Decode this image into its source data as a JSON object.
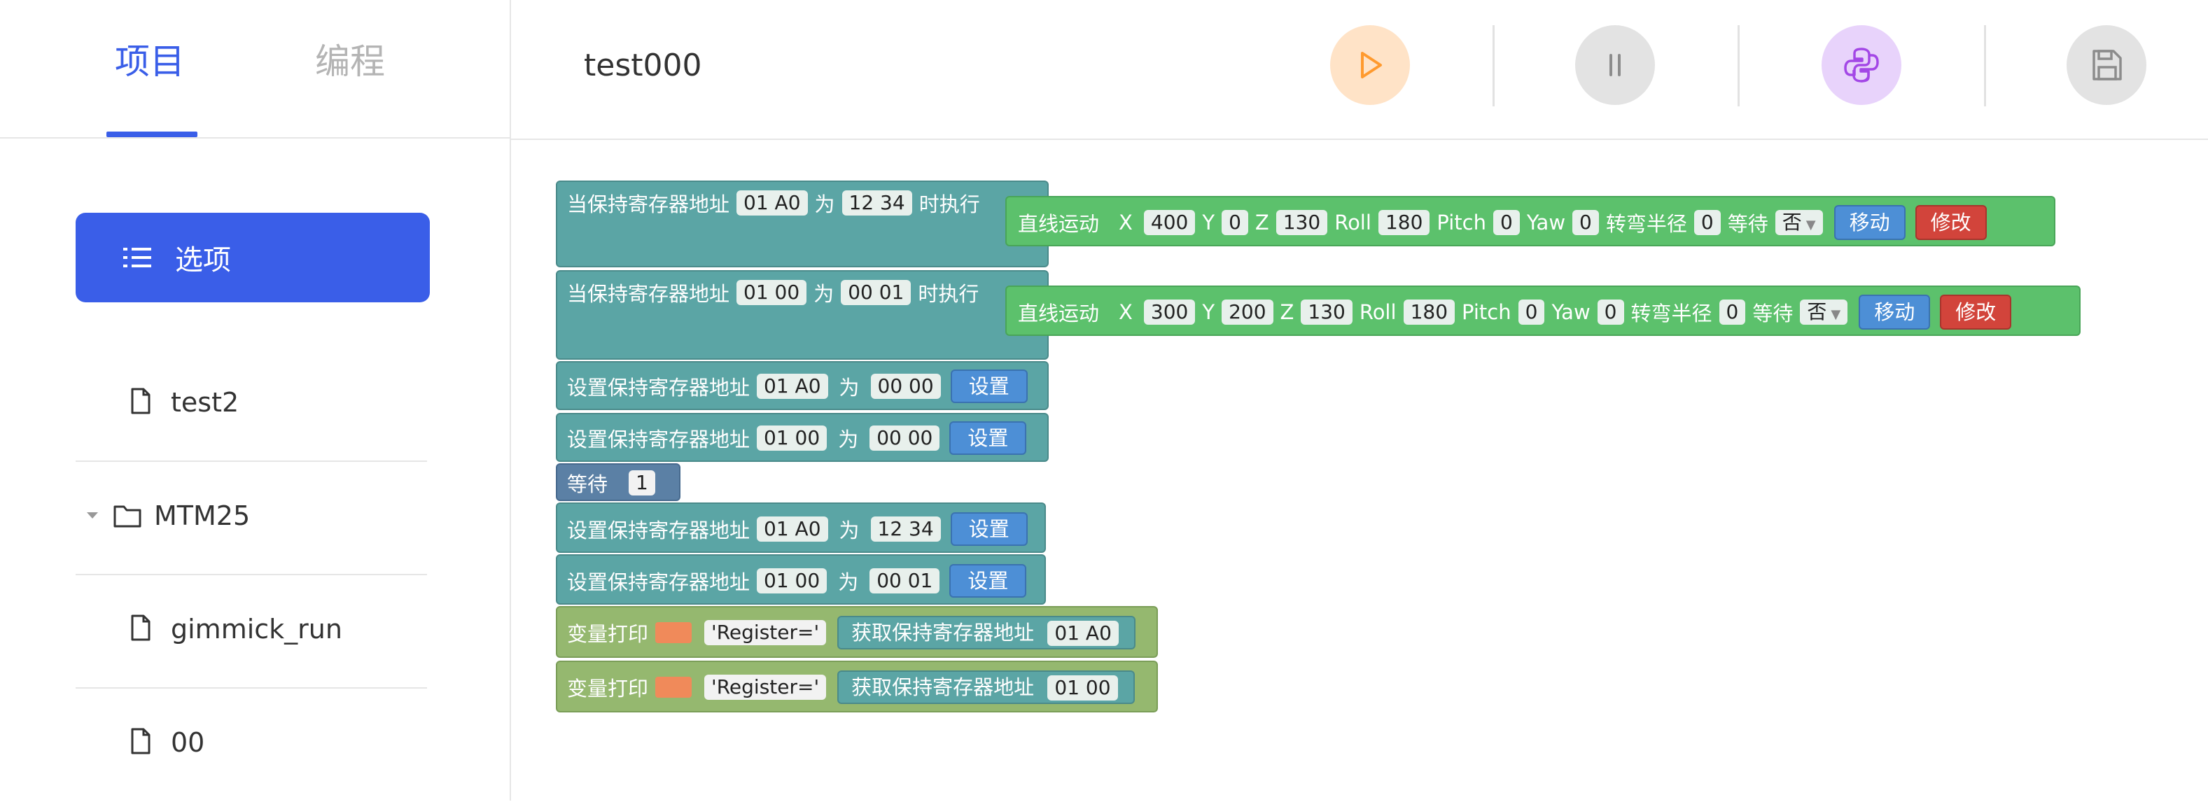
{
  "tabs": {
    "project": "项目",
    "programming": "编程"
  },
  "sidebar": {
    "options_label": "选项",
    "items": [
      {
        "label": "test2",
        "type": "file"
      },
      {
        "label": "MTM25",
        "type": "folder"
      },
      {
        "label": "gimmick_run",
        "type": "file"
      },
      {
        "label": "00",
        "type": "file"
      }
    ]
  },
  "toolbar": {
    "title": "test000",
    "buttons": [
      {
        "name": "run",
        "icon": "play-icon",
        "color": "#ffe3c7",
        "icon_color": "#ff9a2e"
      },
      {
        "name": "pause",
        "icon": "pause-icon",
        "color": "#e3e3e3",
        "icon_color": "#8c8c8c"
      },
      {
        "name": "python",
        "icon": "python-icon",
        "color": "#e8d3fb",
        "icon_color": "#a347e6"
      },
      {
        "name": "save",
        "icon": "save-icon",
        "color": "#e3e3e3",
        "icon_color": "#8c8c8c"
      }
    ]
  },
  "blocks": {
    "event1": {
      "prefix": "当保持寄存器地址",
      "addr": "01 A0",
      "mid": "为",
      "value": "12 34",
      "suffix": "时执行"
    },
    "event2": {
      "prefix": "当保持寄存器地址",
      "addr": "01 00",
      "mid": "为",
      "value": "00 01",
      "suffix": "时执行"
    },
    "move1": {
      "label": "直线运动",
      "x_label": "X",
      "x": "400",
      "y_label": "Y",
      "y": "0",
      "z_label": "Z",
      "z": "130",
      "roll_label": "Roll",
      "roll": "180",
      "pitch_label": "Pitch",
      "pitch": "0",
      "yaw_label": "Yaw",
      "yaw": "0",
      "radius_label": "转弯半径",
      "radius": "0",
      "wait_label": "等待",
      "wait": "否",
      "move_btn": "移动",
      "edit_btn": "修改"
    },
    "move2": {
      "label": "直线运动",
      "x_label": "X",
      "x": "300",
      "y_label": "Y",
      "y": "200",
      "z_label": "Z",
      "z": "130",
      "roll_label": "Roll",
      "roll": "180",
      "pitch_label": "Pitch",
      "pitch": "0",
      "yaw_label": "Yaw",
      "yaw": "0",
      "radius_label": "转弯半径",
      "radius": "0",
      "wait_label": "等待",
      "wait": "否",
      "move_btn": "移动",
      "edit_btn": "修改"
    },
    "set1": {
      "prefix": "设置保持寄存器地址",
      "addr": "01 A0",
      "mid": "为",
      "value": "00 00",
      "btn": "设置"
    },
    "set2": {
      "prefix": "设置保持寄存器地址",
      "addr": "01 00",
      "mid": "为",
      "value": "00 00",
      "btn": "设置"
    },
    "wait": {
      "label": "等待",
      "value": "1"
    },
    "set3": {
      "prefix": "设置保持寄存器地址",
      "addr": "01 A0",
      "mid": "为",
      "value": "12 34",
      "btn": "设置"
    },
    "set4": {
      "prefix": "设置保持寄存器地址",
      "addr": "01 00",
      "mid": "为",
      "value": "00 01",
      "btn": "设置"
    },
    "print1": {
      "label": "变量打印",
      "str": "'Register='",
      "get_label": "获取保持寄存器地址",
      "addr": "01 A0"
    },
    "print2": {
      "label": "变量打印",
      "str": "'Register='",
      "get_label": "获取保持寄存器地址",
      "addr": "01 00"
    }
  }
}
